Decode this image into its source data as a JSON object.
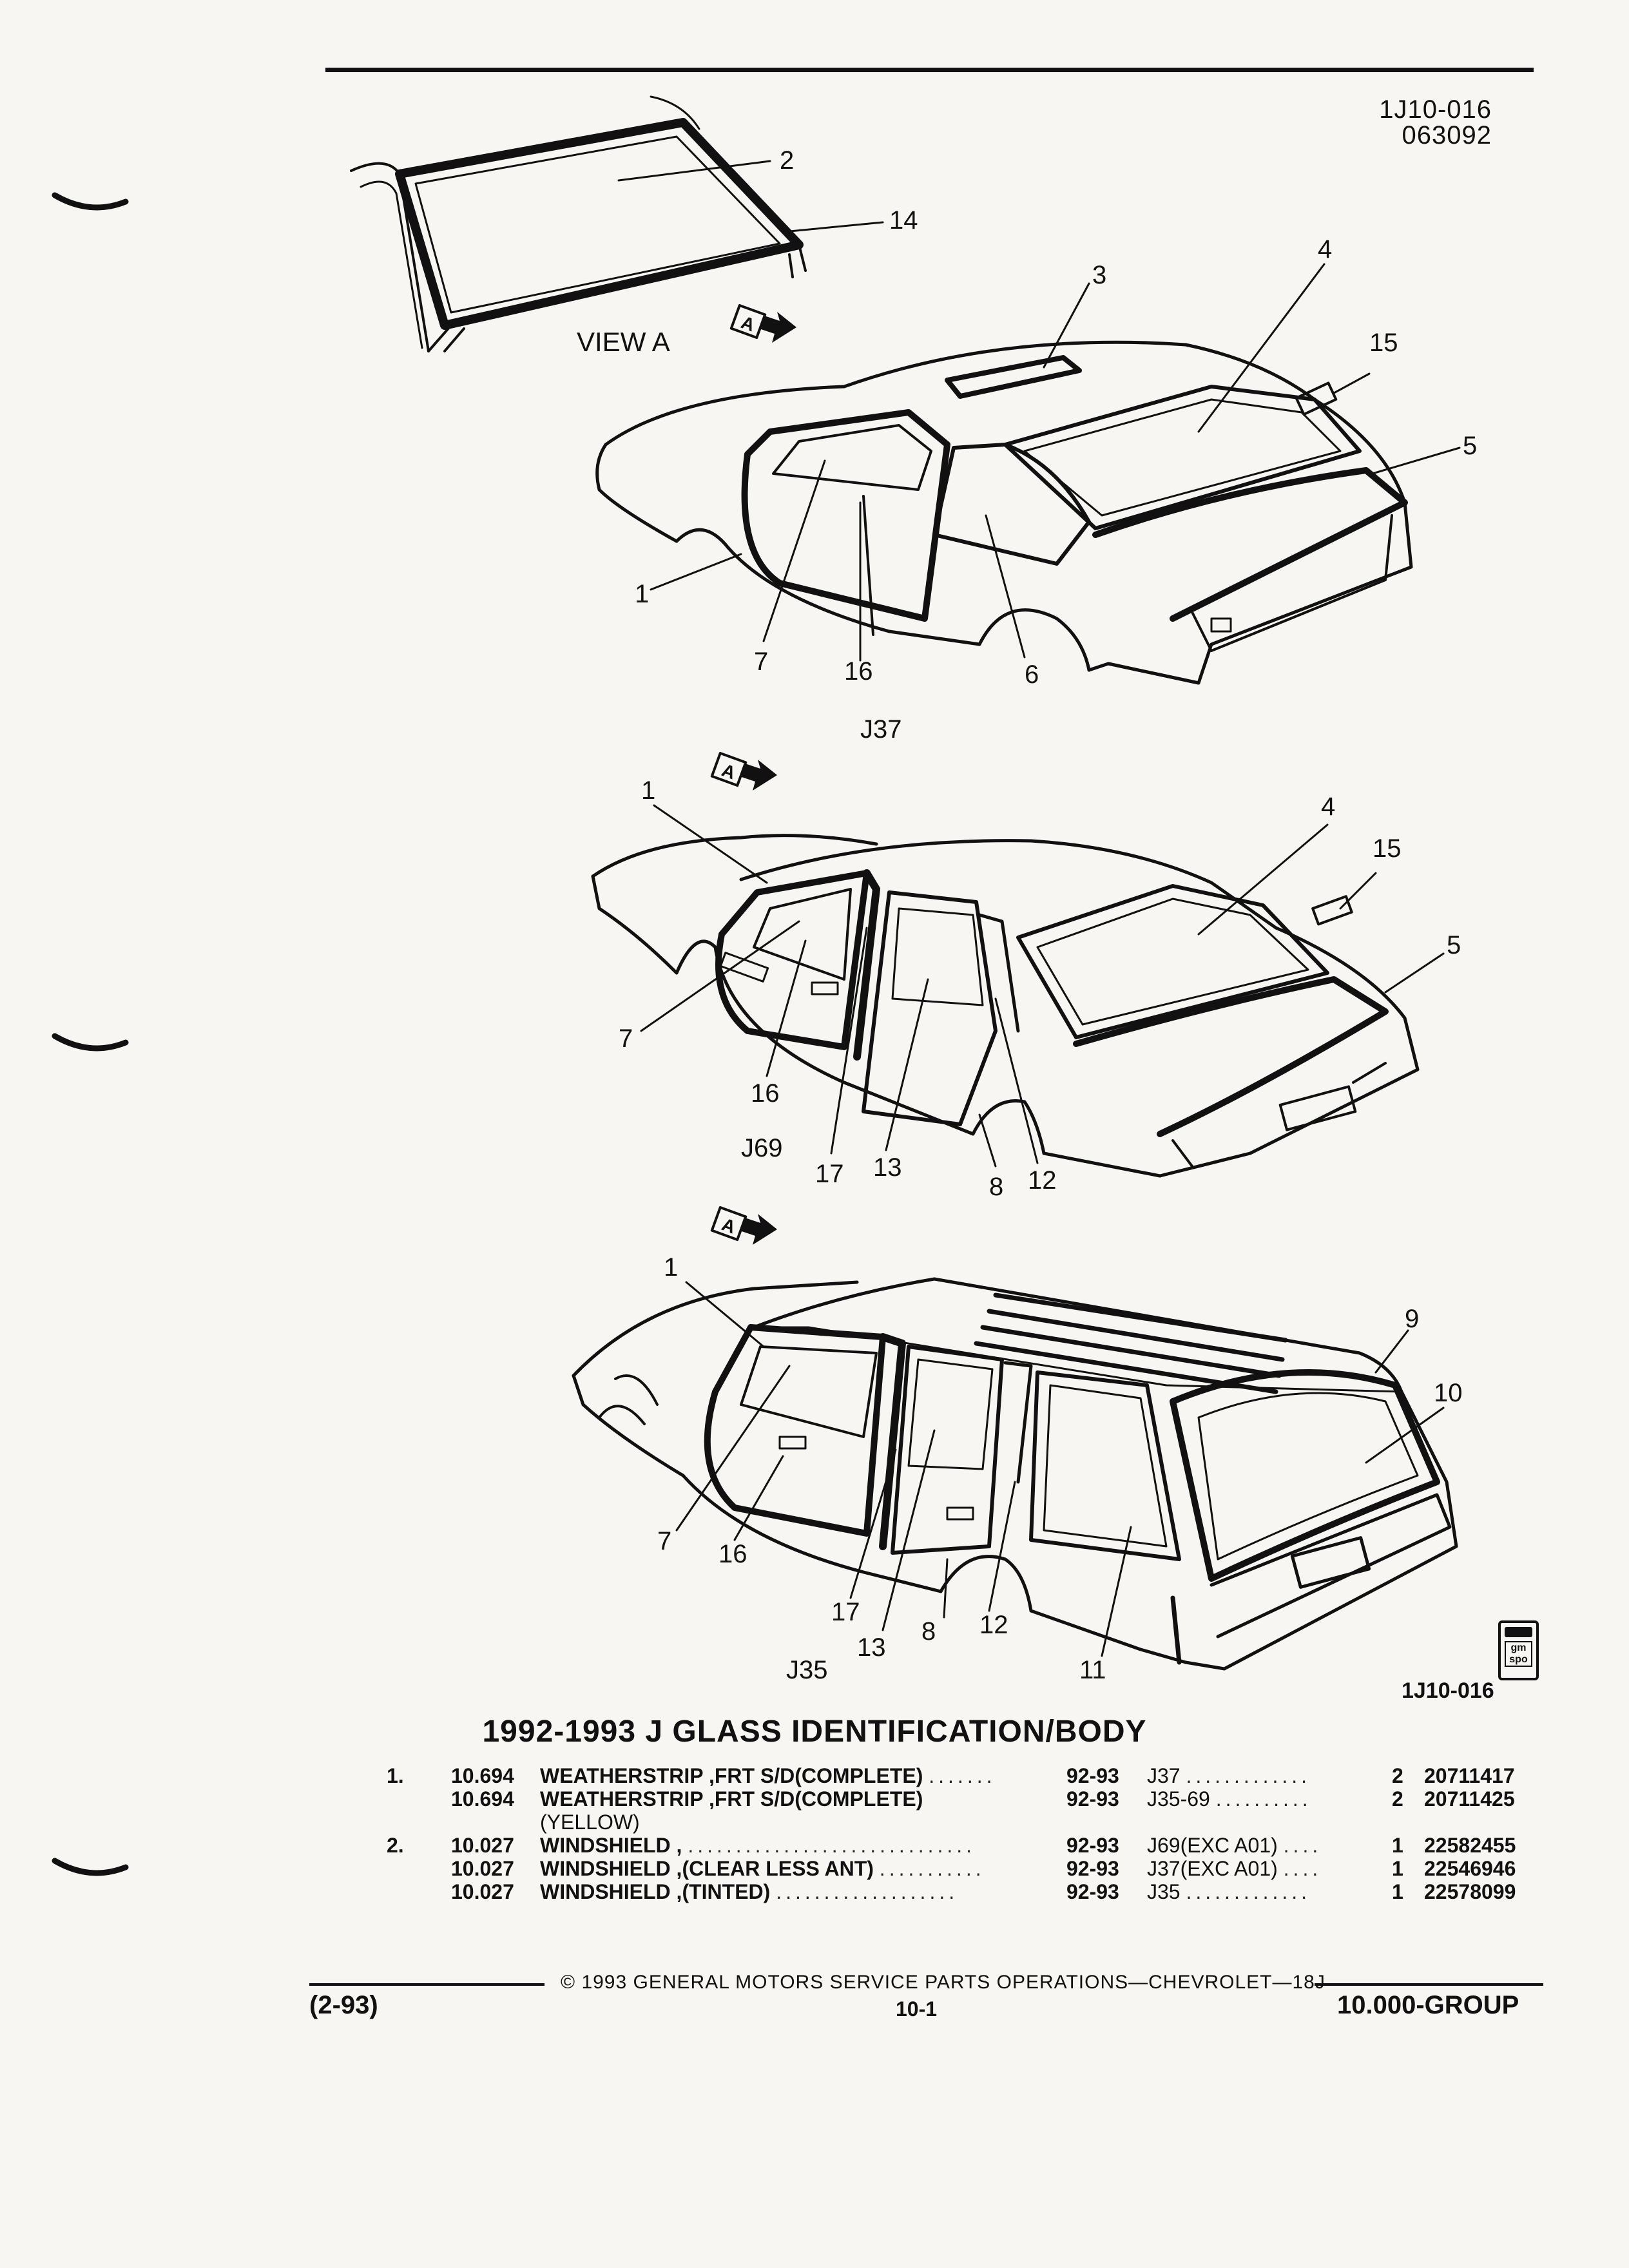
{
  "header": {
    "code1": "1J10-016",
    "code2": "063092"
  },
  "view_label": "VIEW A",
  "view_tag": "A",
  "models": {
    "top": "J37",
    "middle": "J69",
    "bottom": "J35"
  },
  "callouts": {
    "view_a": [
      "2",
      "14"
    ],
    "j37": [
      "3",
      "4",
      "15",
      "5",
      "1",
      "7",
      "16",
      "6"
    ],
    "j69": [
      "1",
      "4",
      "15",
      "5",
      "7",
      "16",
      "17",
      "13",
      "8",
      "12"
    ],
    "j35": [
      "1",
      "9",
      "10",
      "7",
      "16",
      "17",
      "13",
      "8",
      "12",
      "11"
    ]
  },
  "figure_code": "1J10-016",
  "logo_text": [
    "gm",
    "spo"
  ],
  "section_title": "1992-1993 J GLASS IDENTIFICATION/BODY",
  "parts": [
    {
      "ref": "1.",
      "group": "10.694",
      "desc": "WEATHERSTRIP ,FRT S/D(COMPLETE)",
      "dots": ".......",
      "years": "92-93",
      "model": "J37",
      "mdots": ".............",
      "qty": "2",
      "part_no": "20711417"
    },
    {
      "ref": "",
      "group": "10.694",
      "desc": "WEATHERSTRIP ,FRT S/D(COMPLETE)",
      "dots": "",
      "years": "92-93",
      "model": "J35-69",
      "mdots": "..........",
      "qty": "2",
      "part_no": "20711425"
    },
    {
      "ref": "",
      "group": "",
      "desc": "(YELLOW)",
      "dots": "",
      "years": "",
      "model": "",
      "mdots": "",
      "qty": "",
      "part_no": ""
    },
    {
      "ref": "2.",
      "group": "10.027",
      "desc": "WINDSHIELD ,",
      "dots": "..............................",
      "years": "92-93",
      "model": "J69(EXC A01)",
      "mdots": "....",
      "qty": "1",
      "part_no": "22582455"
    },
    {
      "ref": "",
      "group": "10.027",
      "desc": "WINDSHIELD ,(CLEAR LESS ANT)",
      "dots": "...........",
      "years": "92-93",
      "model": "J37(EXC A01)",
      "mdots": "....",
      "qty": "1",
      "part_no": "22546946"
    },
    {
      "ref": "",
      "group": "10.027",
      "desc": "WINDSHIELD ,(TINTED)",
      "dots": "...................",
      "years": "92-93",
      "model": "J35",
      "mdots": ".............",
      "qty": "1",
      "part_no": "22578099"
    }
  ],
  "footer": {
    "copyright": "© 1993 GENERAL MOTORS SERVICE PARTS OPERATIONS—CHEVROLET—18J",
    "date": "(2-93)",
    "page": "10-1",
    "group": "10.000-GROUP"
  }
}
